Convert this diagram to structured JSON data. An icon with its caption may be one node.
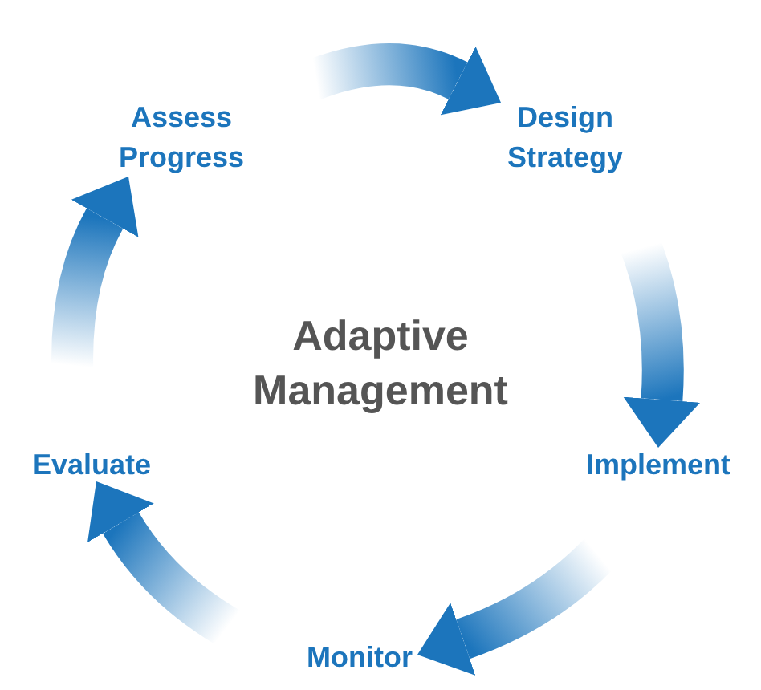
{
  "diagram": {
    "nodes": [
      {
        "text": [
          "Adaptive Management"
        ]
      },
      {
        "text": [
          "Assess Progress"
        ]
      },
      {
        "text": [
          "Design Strategy"
        ]
      },
      {
        "text": [
          "Implement"
        ]
      },
      {
        "text": [
          "Monitor"
        ]
      },
      {
        "text": [
          "Evaluate"
        ]
      }
    ],
    "edges": [
      {
        "from": 1,
        "to": 2,
        "arrow": "to"
      },
      {
        "from": 2,
        "to": 3,
        "arrow": "to"
      },
      {
        "from": 3,
        "to": 4,
        "arrow": "to"
      },
      {
        "from": 4,
        "to": 5,
        "arrow": "to"
      },
      {
        "from": 5,
        "to": 1,
        "arrow": "to"
      }
    ]
  }
}
